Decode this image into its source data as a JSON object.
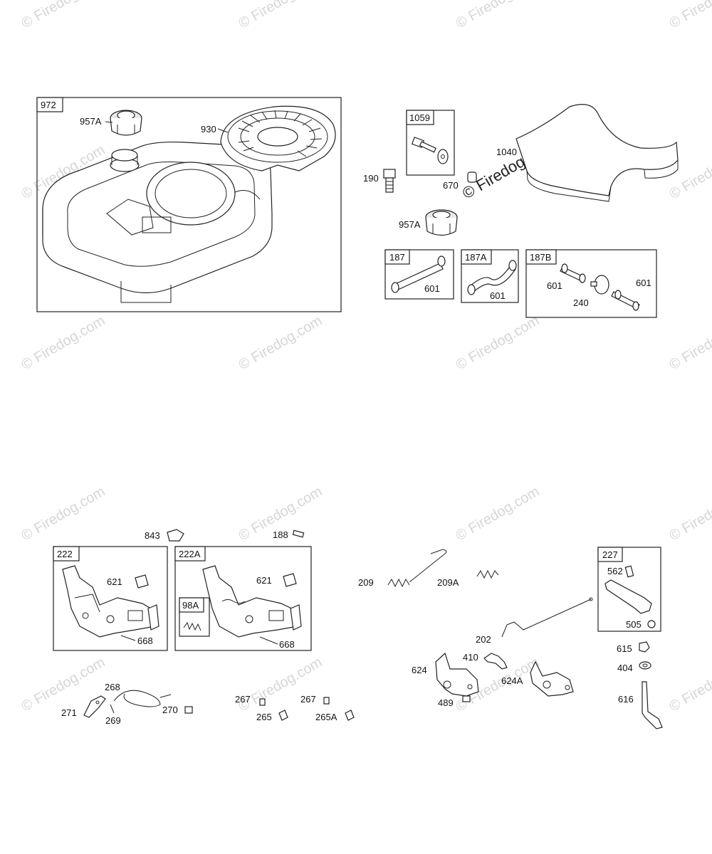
{
  "watermark": {
    "text": "© Firedog.com",
    "color": "#d6d6d6"
  },
  "boxes": {
    "b972": "972",
    "b1059": "1059",
    "b187": "187",
    "b187A": "187A",
    "b187B": "187B",
    "b222": "222",
    "b222A": "222A",
    "b98A": "98A",
    "b227": "227"
  },
  "labels": {
    "l957A_top": "957A",
    "l930": "930",
    "l190": "190",
    "l670": "670",
    "l1040": "1040",
    "l957A_mid": "957A",
    "l601_187": "601",
    "l601_187A": "601",
    "l601_187B_a": "601",
    "l601_187B_b": "601",
    "l240": "240",
    "l843": "843",
    "l188": "188",
    "l621_a": "621",
    "l668_a": "668",
    "l621_b": "621",
    "l668_b": "668",
    "l209": "209",
    "l209A": "209A",
    "l562": "562",
    "l505": "505",
    "l202": "202",
    "l615": "615",
    "l410": "410",
    "l624": "624",
    "l624A": "624A",
    "l404": "404",
    "l489": "489",
    "l616": "616",
    "l268": "268",
    "l271": "271",
    "l269": "269",
    "l270": "270",
    "l267_a": "267",
    "l267_b": "267",
    "l265": "265",
    "l265A": "265A"
  }
}
